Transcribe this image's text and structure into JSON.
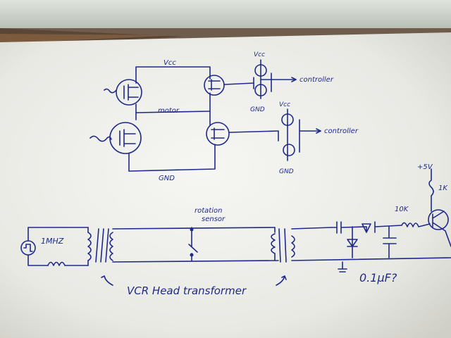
{
  "labels": {
    "vcc_top": "Vcc",
    "vcc_right1": "Vcc",
    "vcc_right2": "Vcc",
    "motor": "motor",
    "gnd_bottom": "GND",
    "gnd_right1": "GND",
    "gnd_right2": "GND",
    "controller1": "controller",
    "controller2": "controller",
    "freq": "1MHZ",
    "sensor_line1": "rotation",
    "sensor_line2": "sensor",
    "resistor": "10K",
    "supply": "+5V",
    "r_side": "1K",
    "cap": "0.1µF?",
    "transformer_caption": "VCR Head transformer"
  },
  "colors": {
    "ink": "#1f2a8a",
    "paper": "#f2f2ef",
    "desk": "#8f8474"
  }
}
